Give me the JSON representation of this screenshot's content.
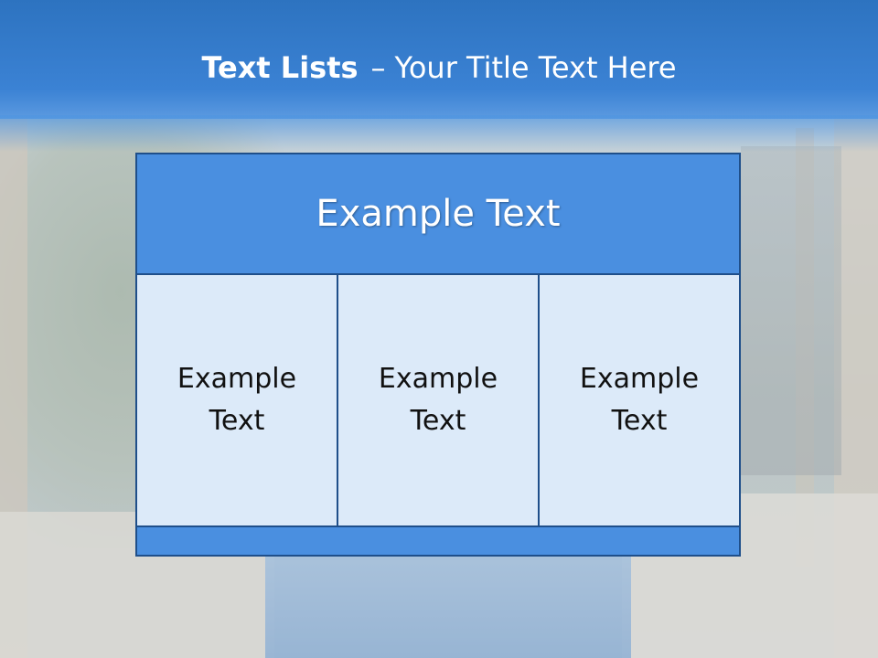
{
  "slide": {
    "title_bold": "Text Lists",
    "title_separator": "–",
    "title_rest": "Your Title Text Here"
  },
  "diagram": {
    "header": "Example Text",
    "columns": [
      {
        "text": "Example Text"
      },
      {
        "text": "Example Text"
      },
      {
        "text": "Example Text"
      }
    ]
  },
  "colors": {
    "title_band": "#3b82d4",
    "header_fill": "#4a8fe0",
    "cell_fill": "#dceaf9",
    "border": "#1f4f8a"
  }
}
